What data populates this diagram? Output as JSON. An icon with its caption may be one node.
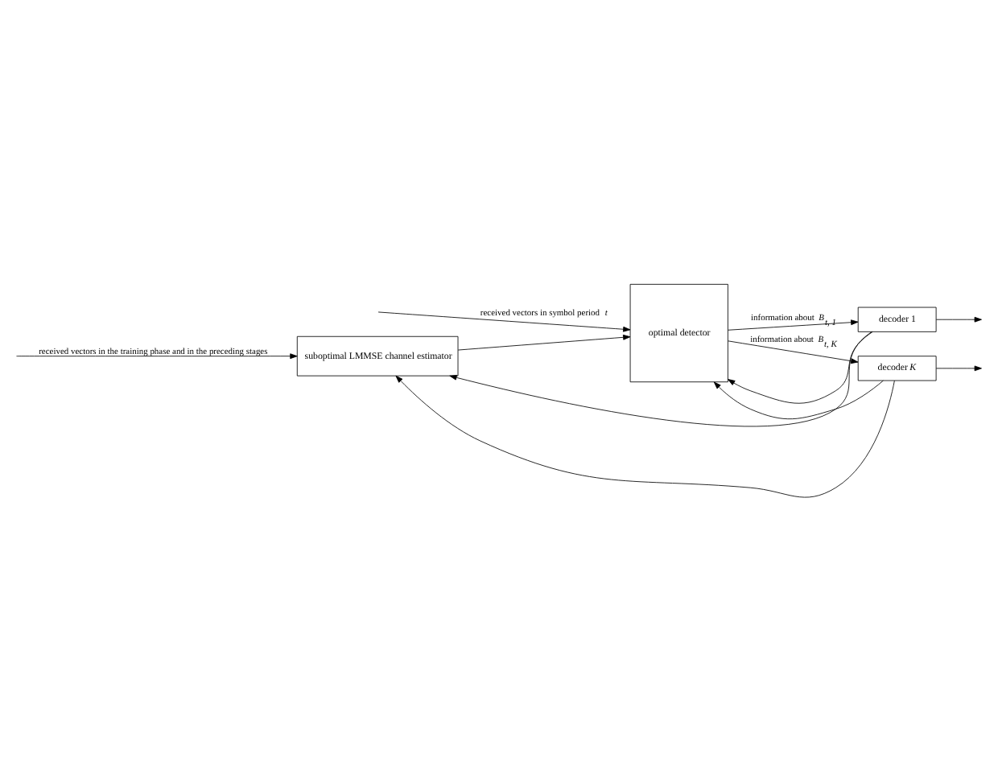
{
  "diagram": {
    "nodes": [
      {
        "text": [
          "suboptimal LMMSE channel estimator"
        ]
      },
      {
        "text": [
          "optimal detector"
        ]
      },
      {
        "text": [
          "decoder 1"
        ]
      },
      {
        "text": [
          "decoder *K*"
        ]
      }
    ],
    "edges": [
      {
        "from": null,
        "to": 0,
        "arrow": "to",
        "label": "received vectors in the training phase and in the preceding stages"
      },
      {
        "from": null,
        "to": 1,
        "arrow": "to",
        "label": "received vectors in symbol period *t*"
      },
      {
        "from": 0,
        "to": 1,
        "arrow": "to"
      },
      {
        "from": 1,
        "to": 2,
        "arrow": "to",
        "label": "information about *B*$_{t, 1}$"
      },
      {
        "from": 1,
        "to": 3,
        "arrow": "to",
        "label": "information about *B*$_{t, K}$"
      },
      {
        "from": 2,
        "to": null,
        "arrow": "to"
      },
      {
        "from": 3,
        "to": null,
        "arrow": "to"
      },
      {
        "from": 2,
        "to": 0,
        "arrow": "to"
      },
      {
        "from": 3,
        "to": 0,
        "arrow": "to"
      },
      {
        "from": 2,
        "to": 1,
        "arrow": "to"
      },
      {
        "from": 3,
        "to": 1,
        "arrow": "to"
      }
    ]
  }
}
